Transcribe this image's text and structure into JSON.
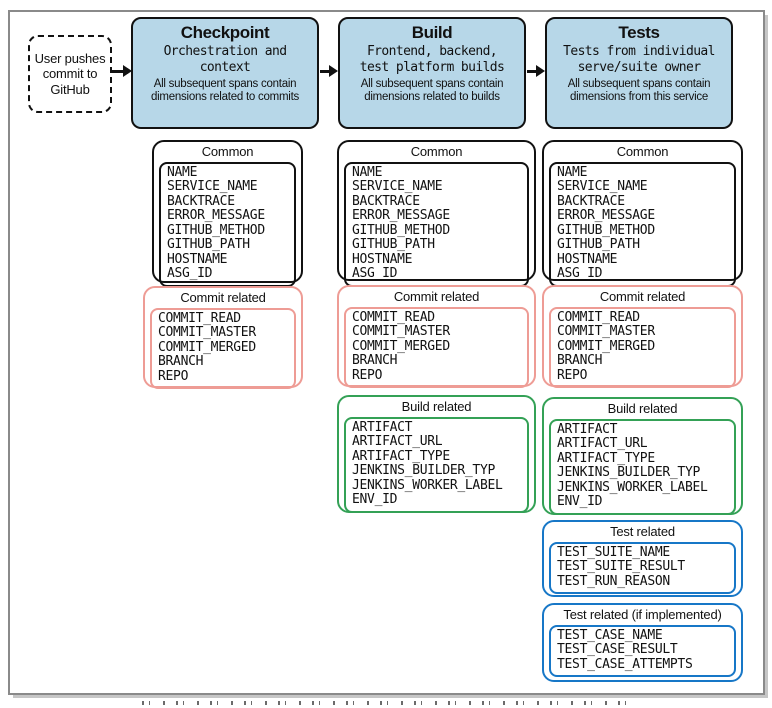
{
  "trigger": {
    "label": "User pushes\ncommit to\nGitHub"
  },
  "stages": [
    {
      "title": "Checkpoint",
      "subtitle": "Orchestration and\ncontext",
      "note": "All subsequent spans contain\ndimensions related to commits"
    },
    {
      "title": "Build",
      "subtitle": "Frontend, backend,\ntest platform builds",
      "note": "All subsequent spans contain\ndimensions related to builds"
    },
    {
      "title": "Tests",
      "subtitle": "Tests from individual\nserve/suite owner",
      "note": "All subsequent spans contain\ndimensions from this service"
    }
  ],
  "sections": {
    "common": {
      "title": "Common",
      "border_color": "#111111",
      "items": [
        "NAME",
        "SERVICE_NAME",
        "BACKTRACE",
        "ERROR_MESSAGE",
        "GITHUB_METHOD",
        "GITHUB_PATH",
        "HOSTNAME",
        "ASG_ID"
      ]
    },
    "commit": {
      "title": "Commit related",
      "border_color": "#ee9c95",
      "items": [
        "COMMIT_READ",
        "COMMIT_MASTER",
        "COMMIT_MERGED",
        "BRANCH",
        "REPO"
      ]
    },
    "build": {
      "title": "Build related",
      "border_color": "#34a156",
      "items": [
        "ARTIFACT",
        "ARTIFACT_URL",
        "ARTIFACT_TYPE",
        "JENKINS_BUILDER_TYP",
        "JENKINS_WORKER_LABEL",
        "ENV_ID"
      ]
    },
    "test": {
      "title": "Test related",
      "border_color": "#1777c7",
      "items": [
        "TEST_SUITE_NAME",
        "TEST_SUITE_RESULT",
        "TEST_RUN_REASON"
      ]
    },
    "test_impl": {
      "title": "Test related (if implemented)",
      "border_color": "#1777c7",
      "items": [
        "TEST_CASE_NAME",
        "TEST_CASE_RESULT",
        "TEST_CASE_ATTEMPTS"
      ]
    }
  },
  "colors": {
    "stage_fill": "#b7d7e8",
    "stage_border": "#111111",
    "frame_border": "#8a8a8a",
    "commit_accent": "#ee9c95",
    "build_accent": "#34a156",
    "test_accent": "#1777c7"
  }
}
